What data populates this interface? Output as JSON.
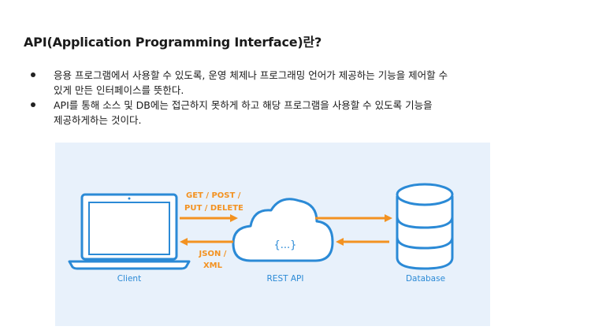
{
  "heading": "API(Application Programming Interface)란?",
  "bullets": [
    {
      "line1": "응용 프로그램에서 사용할 수 있도록, 운영 체제나 프로그래밍 언어가 제공하는 기능을 제어할 수",
      "line2": "있게 만든 인터페이스를 뜻한다."
    },
    {
      "line1": "API를 통해 소스 및 DB에는 접근하지 못하게 하고 해당 프로그램을 사용할 수 있도록 기능을",
      "line2": "제공하게하는 것이다."
    }
  ],
  "diagram": {
    "client_label": "Client",
    "api_label": "REST API",
    "api_symbol": "{...}",
    "db_label": "Database",
    "request_line1": "GET / POST /",
    "request_line2": "PUT / DELETE",
    "response_line1": "JSON /",
    "response_line2": "XML",
    "colors": {
      "background": "#e8f1fb",
      "stroke": "#2b8ad6",
      "arrow": "#f39221",
      "fill": "#ffffff"
    }
  }
}
